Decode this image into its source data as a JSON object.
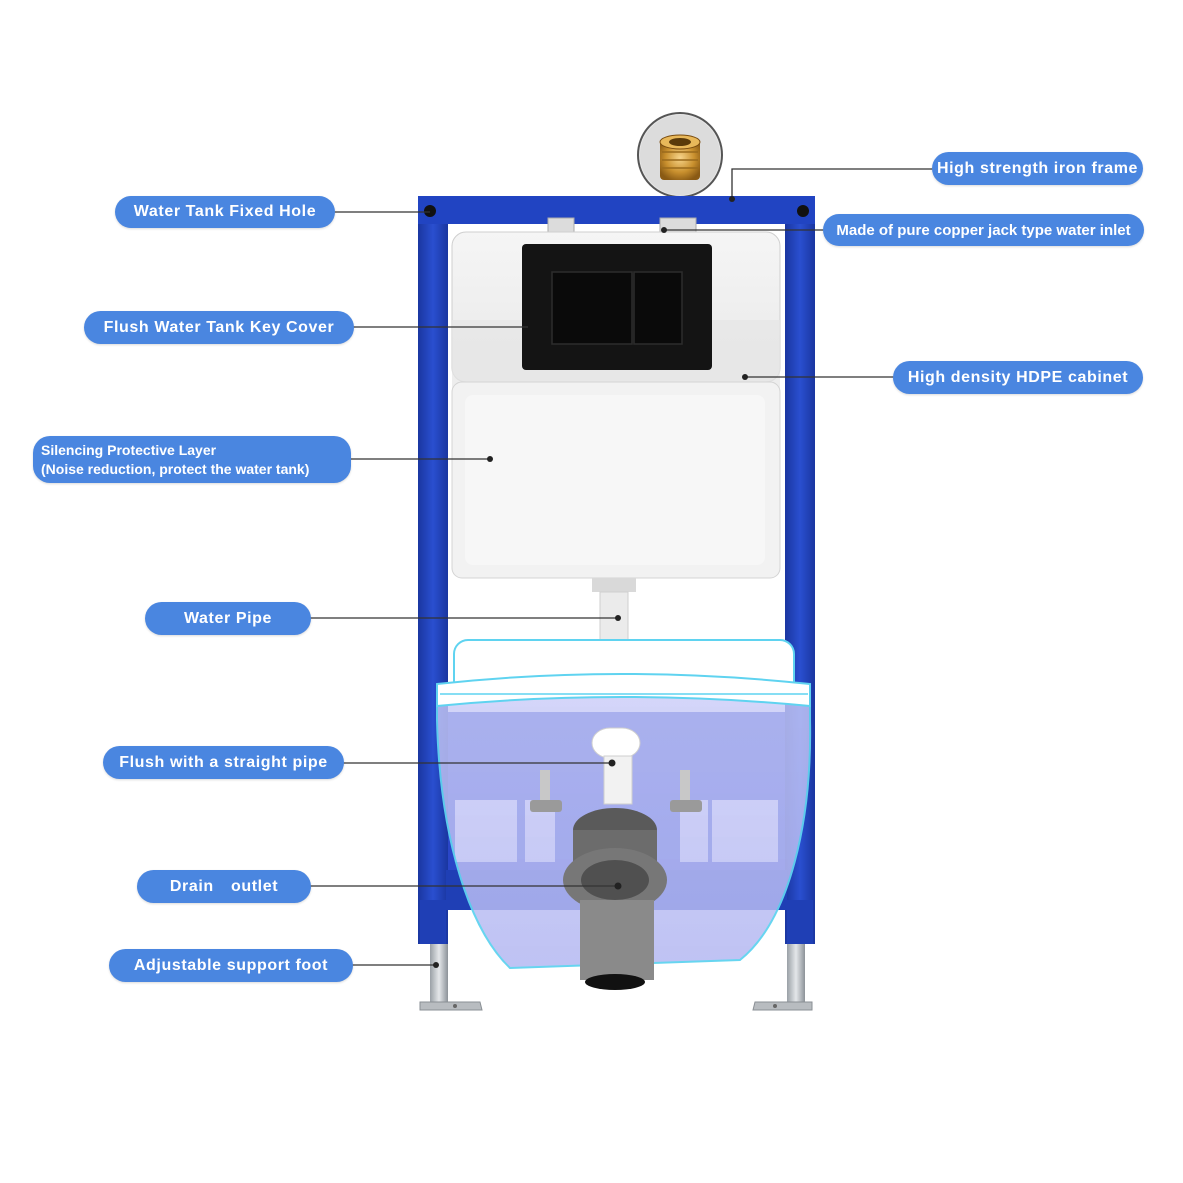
{
  "colors": {
    "label_bg": "#4a86e0",
    "frame_blue": "#1f3fb5",
    "leader_line": "#333333",
    "bowl_outline": "#5fd3f0",
    "tank_white": "#f1f1f1",
    "plate_black": "#111111"
  },
  "labels": {
    "iron_frame": "High strength iron frame",
    "fixed_hole": "Water Tank Fixed Hole",
    "copper_inlet": "Made of pure copper jack type water inlet",
    "key_cover": "Flush Water Tank Key Cover",
    "hdpe_cabinet": "High density HDPE cabinet",
    "silencing_line1": "Silencing Protective Layer",
    "silencing_line2": "(Noise reduction, protect the water tank)",
    "water_pipe": "Water Pipe",
    "straight_pipe": "Flush with a straight pipe",
    "drain_outlet": "Drain  outlet",
    "support_foot": "Adjustable support foot"
  }
}
